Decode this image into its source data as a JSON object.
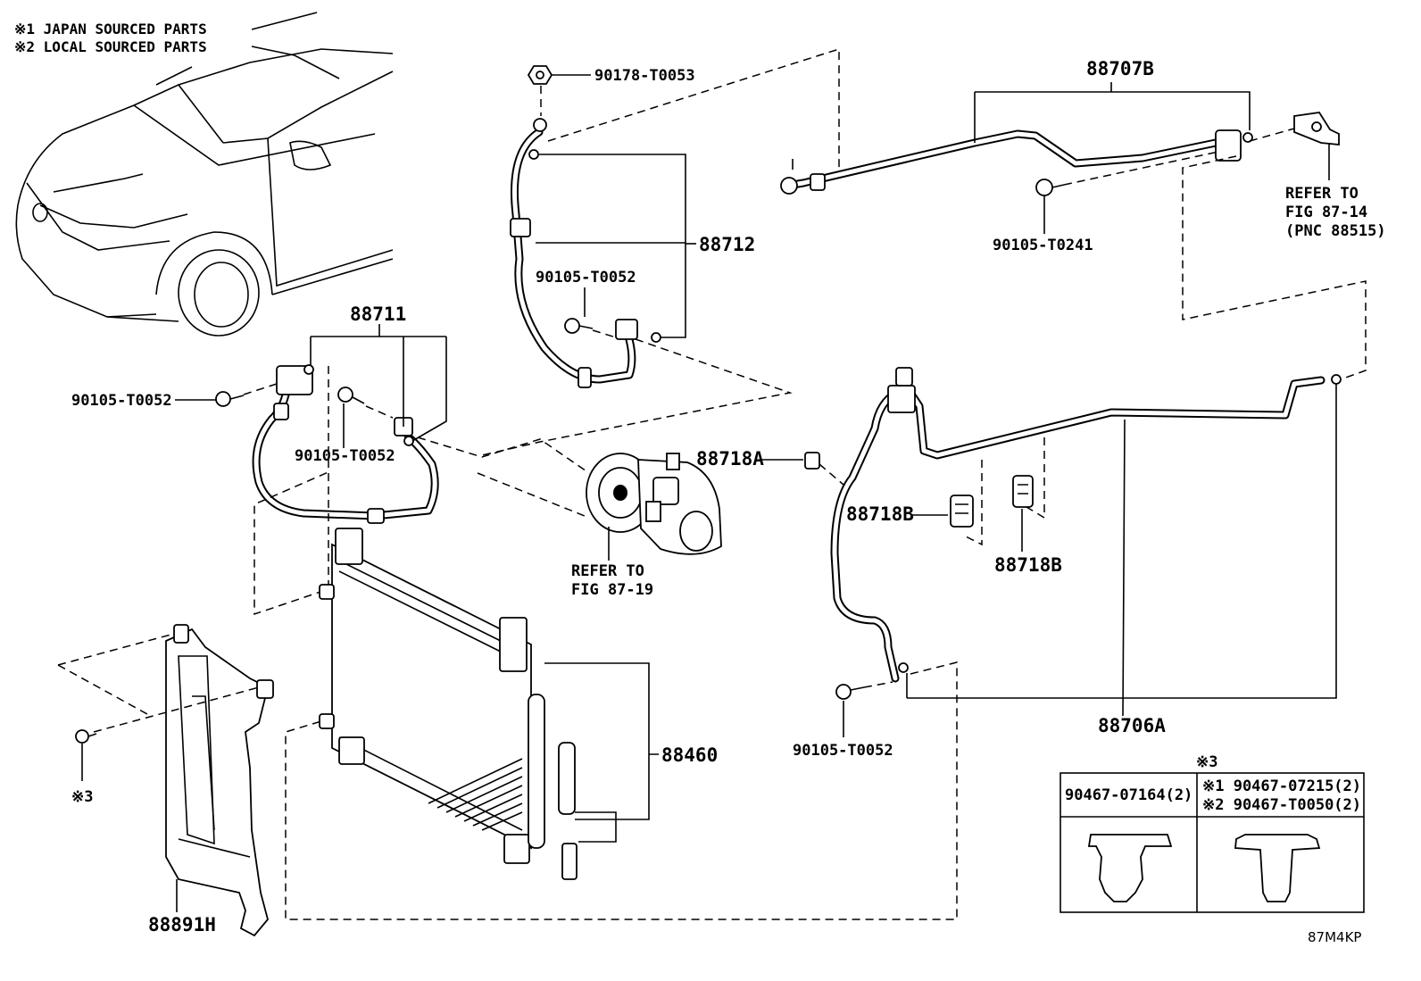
{
  "legend": {
    "japan": "※1 JAPAN SOURCED PARTS",
    "local": "※2 LOCAL SOURCED PARTS"
  },
  "labels": {
    "p90178": "90178-T0053",
    "p88712": "88712",
    "p90105_a": "90105-T0052",
    "p88711": "88711",
    "p90105_b": "90105-T0052",
    "p90105_c": "90105-T0052",
    "p88707b": "88707B",
    "p90105_t0241": "90105-T0241",
    "refer_1": "REFER TO",
    "refer_2": "FIG 87-14",
    "refer_3": "(PNC 88515)",
    "p88718a": "88718A",
    "compressor_1": "REFER TO",
    "compressor_2": "FIG 87-19",
    "p88718b_1": "88718B",
    "p88718b_2": "88718B",
    "p88706a": "88706A",
    "p90105_d": "90105-T0052",
    "p88460": "88460",
    "p88891h": "88891H",
    "ref3": "※3",
    "code": "87M4KP"
  },
  "table": {
    "title": "※3",
    "col1": "90467-07164(2)",
    "col2_r1": "※1 90467-07215(2)",
    "col2_r2": "※2 90467-T0050(2)"
  }
}
